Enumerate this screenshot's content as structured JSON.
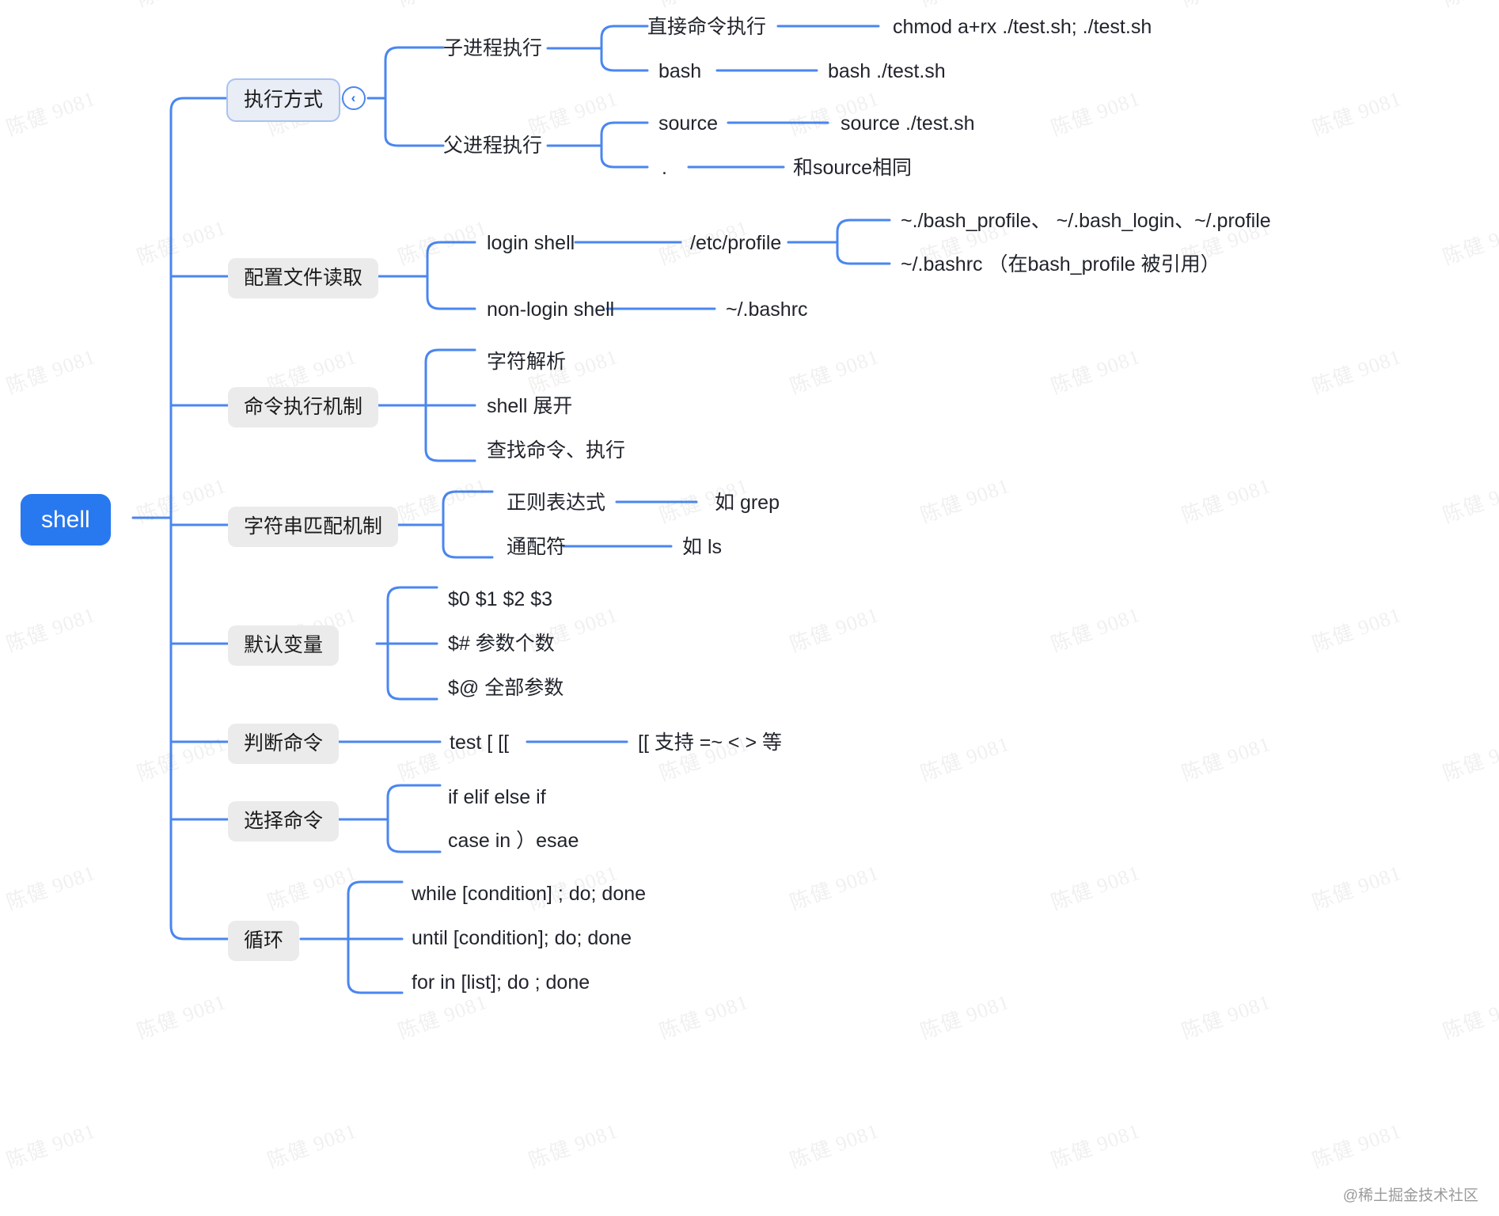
{
  "app": {
    "type": "mindmap",
    "credit": "@稀土掘金技术社区",
    "watermark_text": "陈健 9081",
    "colors": {
      "root_bg": "#2878f0",
      "root_text": "#ffffff",
      "branch_bg": "#ebebeb",
      "branch_selected_bg": "#e9edf5",
      "link": "#4a86ef",
      "text": "#21242c",
      "canvas": "#ffffff"
    }
  },
  "root": {
    "label": "shell"
  },
  "toggle": {
    "icon": "chevron-left-icon",
    "glyph": "‹"
  },
  "branches": [
    {
      "label": "执行方式",
      "selected": true,
      "children": [
        {
          "label": "子进程执行",
          "children": [
            {
              "label": "直接命令执行",
              "detail": "chmod a+rx ./test.sh; ./test.sh"
            },
            {
              "label": "bash",
              "detail": "bash ./test.sh"
            }
          ]
        },
        {
          "label": "父进程执行",
          "children": [
            {
              "label": "source",
              "detail": "source ./test.sh"
            },
            {
              "label": ".",
              "detail": "和source相同"
            }
          ]
        }
      ]
    },
    {
      "label": "配置文件读取",
      "selected": false,
      "children": [
        {
          "label": "login shell",
          "detail": "/etc/profile",
          "children": [
            {
              "label": "~./bash_profile、 ~/.bash_login、~/.profile"
            },
            {
              "label": "~/.bashrc （在bash_profile 被引用）"
            }
          ]
        },
        {
          "label": "non-login shell",
          "detail": "~/.bashrc"
        }
      ]
    },
    {
      "label": "命令执行机制",
      "selected": false,
      "children": [
        {
          "label": "字符解析"
        },
        {
          "label": "shell 展开"
        },
        {
          "label": "查找命令、执行"
        }
      ]
    },
    {
      "label": "字符串匹配机制",
      "selected": false,
      "children": [
        {
          "label": "正则表达式",
          "detail": "如 grep"
        },
        {
          "label": "通配符",
          "detail": "如 ls"
        }
      ]
    },
    {
      "label": "默认变量",
      "selected": false,
      "children": [
        {
          "label": "$0 $1 $2 $3"
        },
        {
          "label": "$# 参数个数"
        },
        {
          "label": "$@  全部参数"
        }
      ]
    },
    {
      "label": "判断命令",
      "selected": false,
      "children": [
        {
          "label": "test [  [[",
          "detail": "[[ 支持 =~  <  > 等"
        }
      ]
    },
    {
      "label": "选择命令",
      "selected": false,
      "children": [
        {
          "label": "if elif  else if"
        },
        {
          "label": "case in ）esae"
        }
      ]
    },
    {
      "label": "循环",
      "selected": false,
      "children": [
        {
          "label": "while  [condition] ; do;  done"
        },
        {
          "label": "until [condition]; do; done"
        },
        {
          "label": "for in [list]; do ; done"
        }
      ]
    }
  ]
}
